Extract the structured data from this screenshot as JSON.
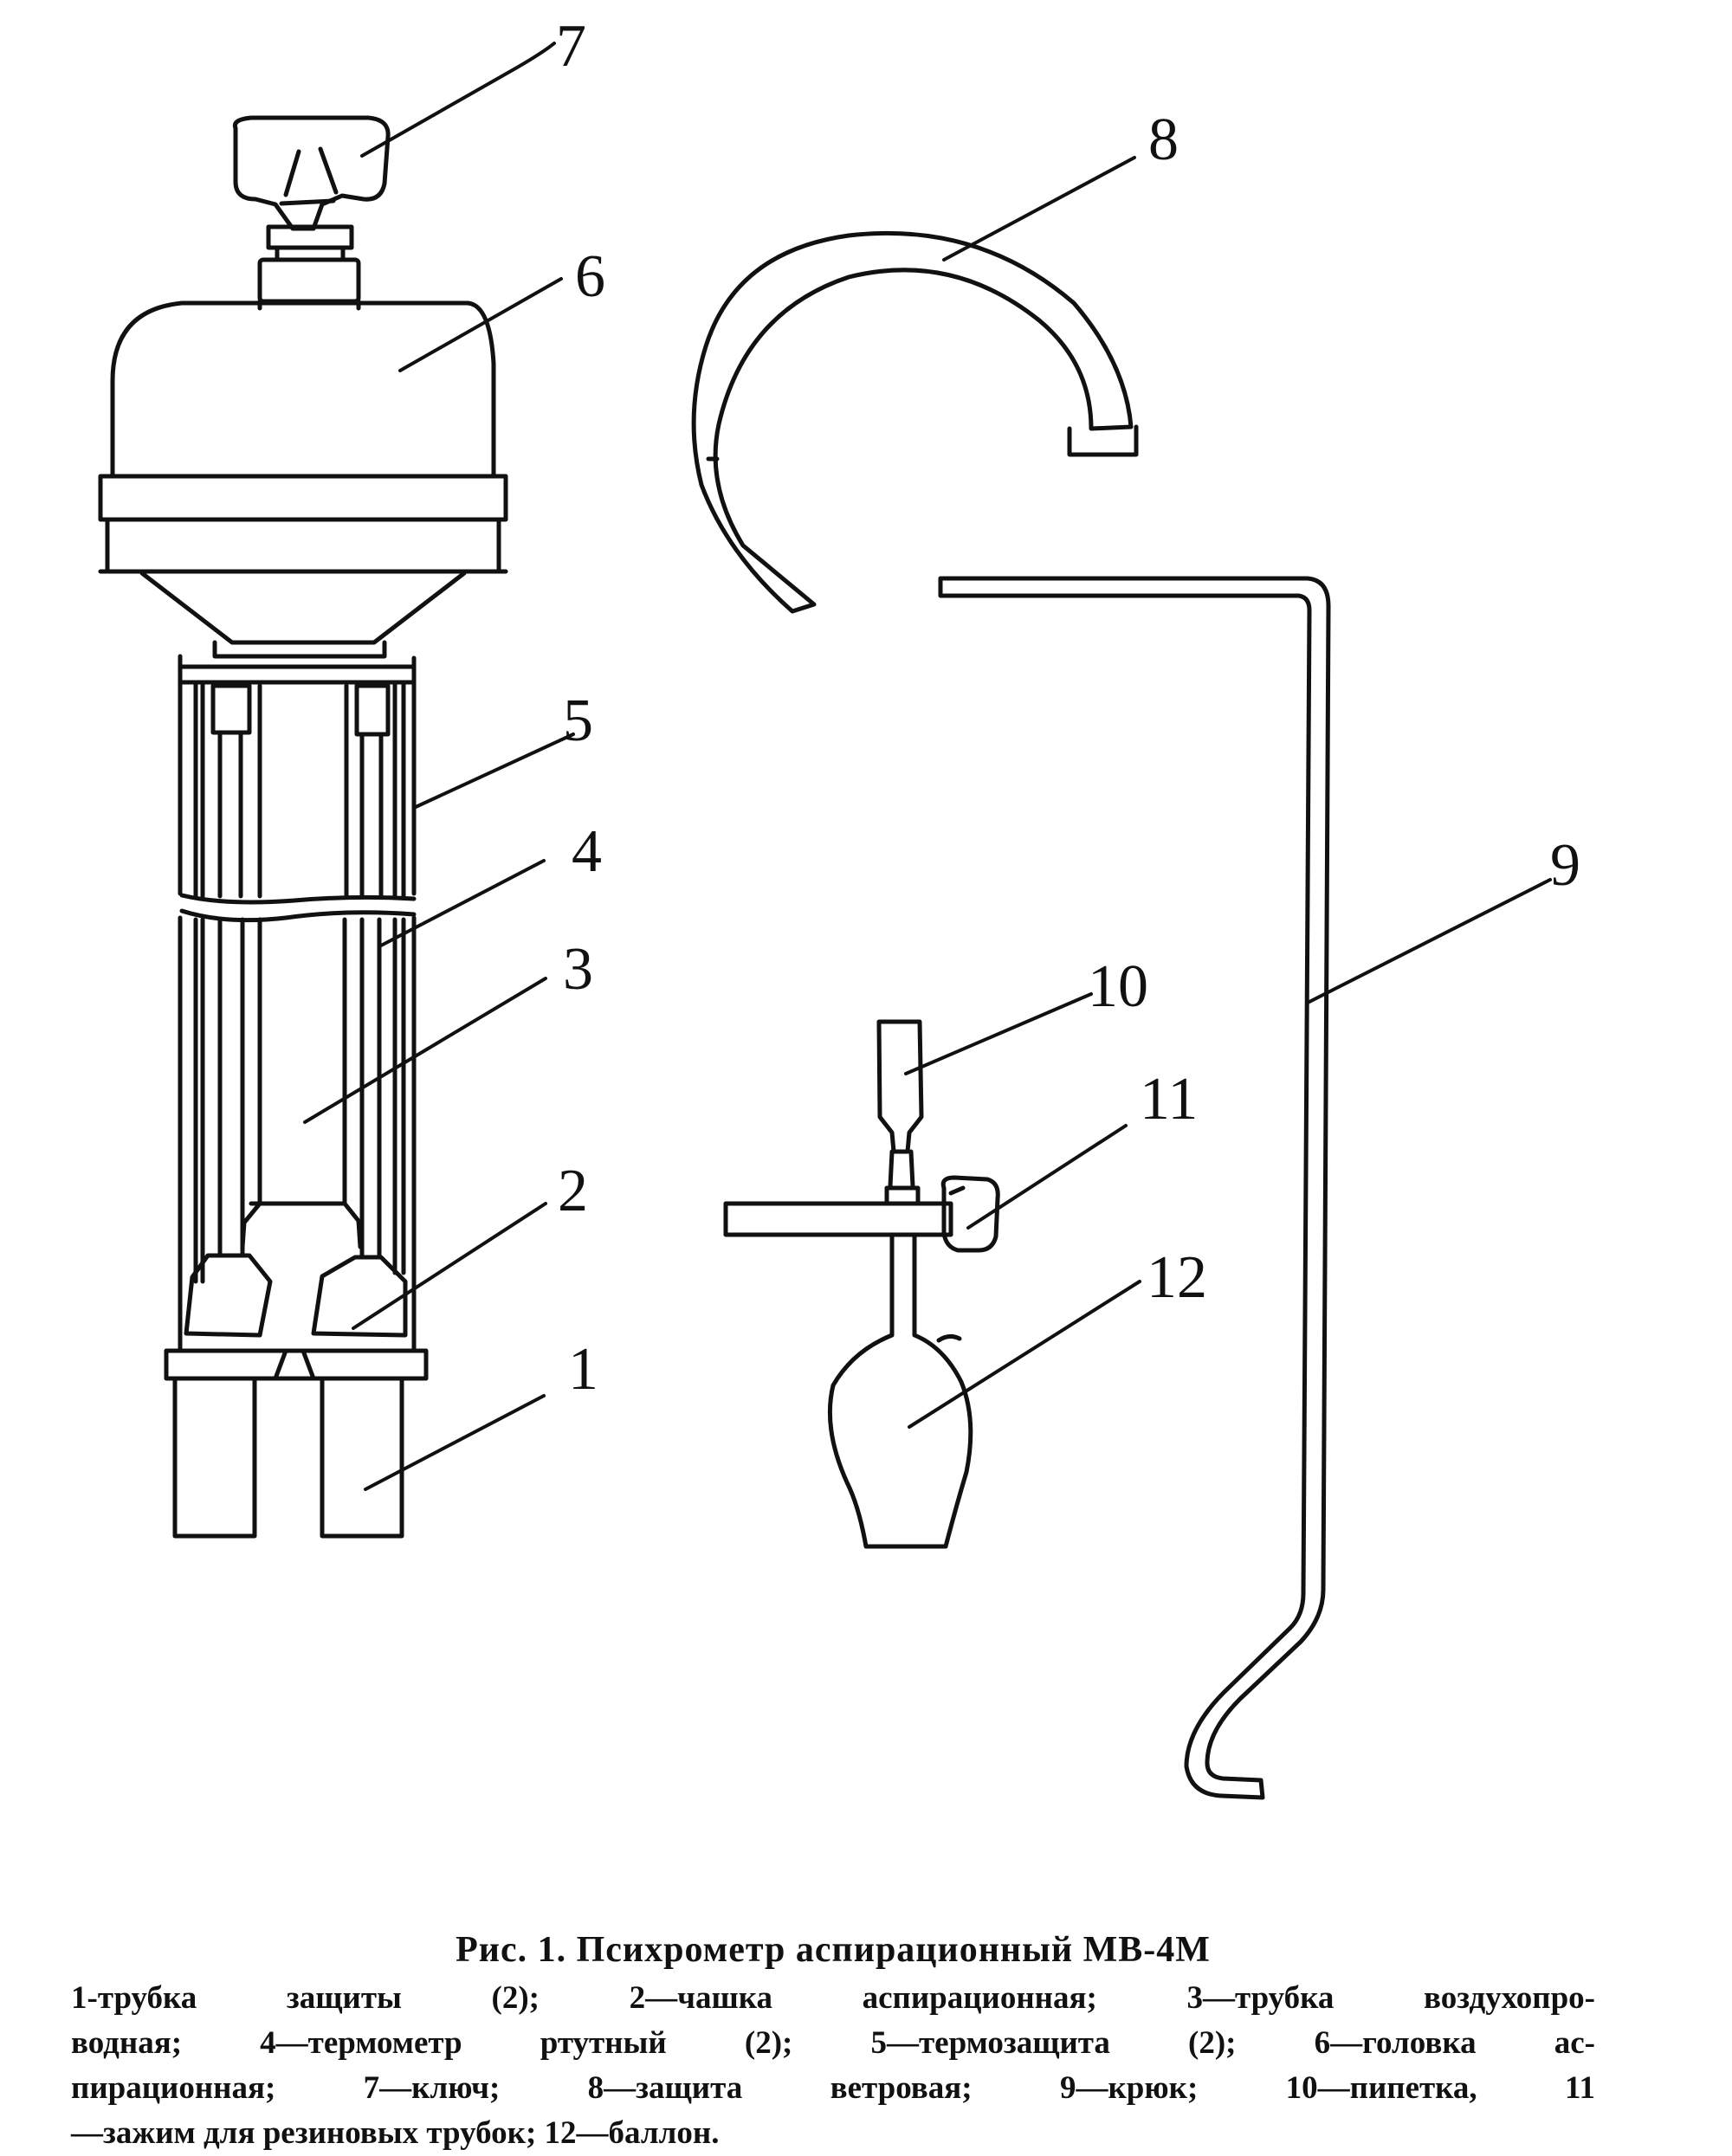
{
  "callouts": [
    "1",
    "2",
    "3",
    "4",
    "5",
    "6",
    "7",
    "8",
    "9",
    "10",
    "11",
    "12"
  ],
  "caption": {
    "title": "Рис. 1. Психрометр аспирационный МВ-4М",
    "lines": [
      "1-трубка защиты (2); 2—чашка аспирационная; 3—трубка воздухопро-",
      "водная; 4—термометр ртутный (2); 5—термозащита (2); 6—головка ас-",
      "пирационная; 7—ключ; 8—защита ветровая; 9—крюк; 10—пипетка, 11",
      "—зажим для резиновых трубок; 12—баллон."
    ]
  }
}
